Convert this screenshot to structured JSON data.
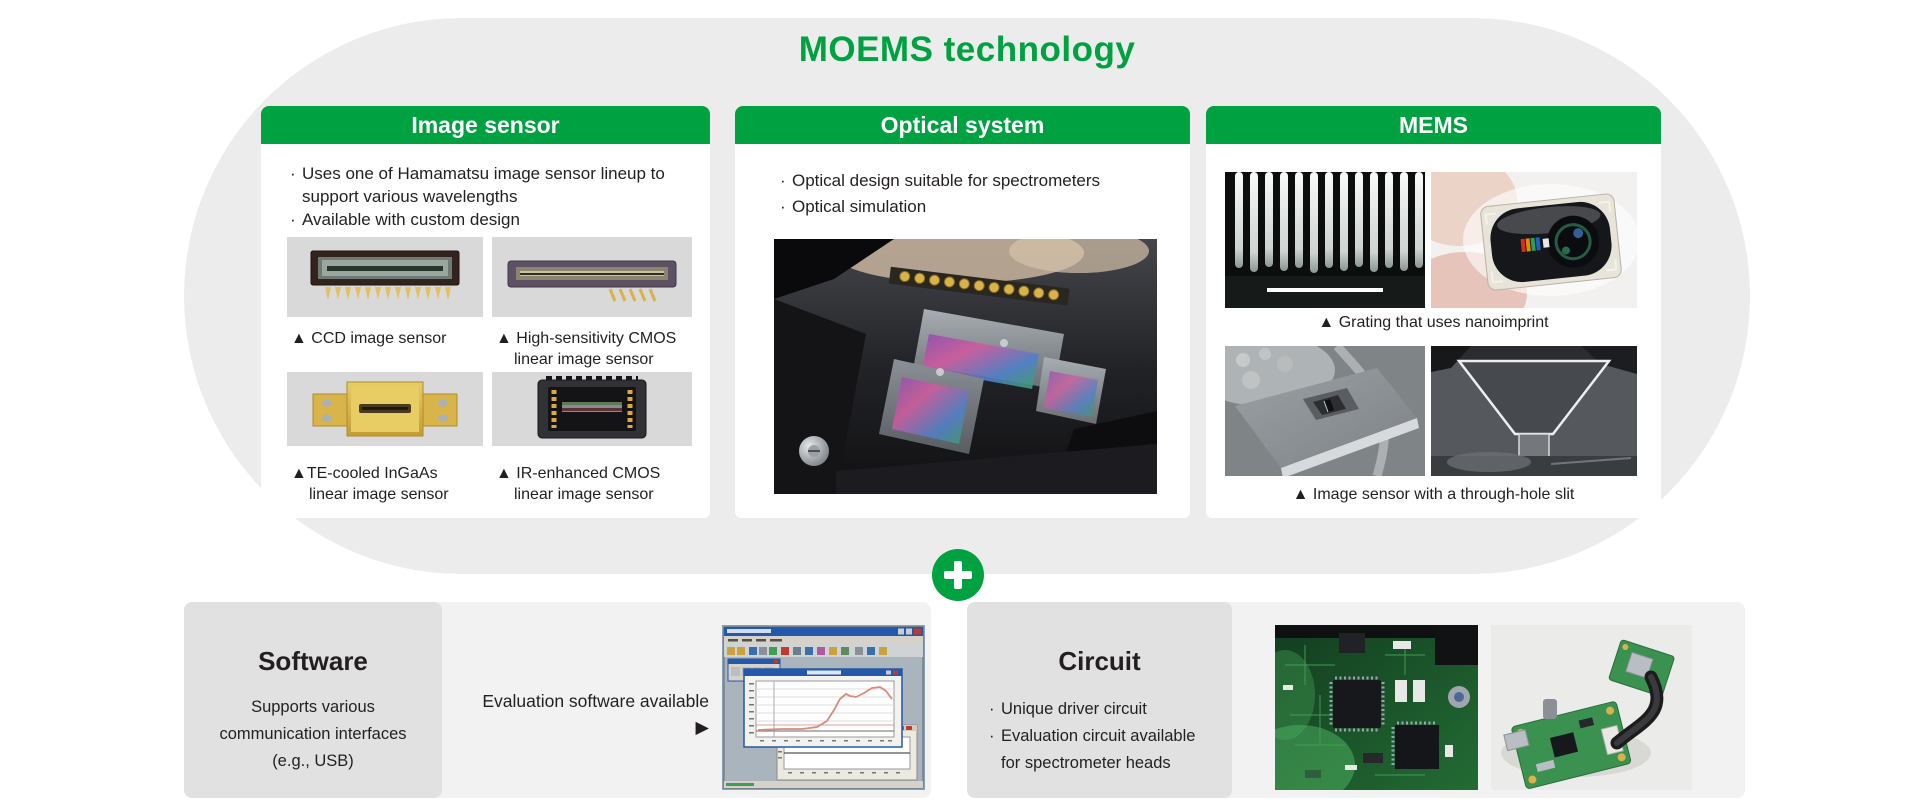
{
  "title": "MOEMS technology",
  "colors": {
    "green": "#00a141",
    "blob_gray": "#ececec",
    "tile_gray": "#d9d9d9",
    "panel_white": "#ffffff",
    "dark_box_gray": "#e1e1e1",
    "light_box_gray": "#f2f2f2",
    "text": "#231f20"
  },
  "panels": {
    "image_sensor": {
      "header": "Image sensor",
      "bullets": [
        "Uses one of Hamamatsu image sensor lineup to support various wavelengths",
        "Available with custom design"
      ],
      "captions": {
        "ccd": "▲ CCD image sensor",
        "cmos_high_sensitivity": "▲ High-sensitivity CMOS linear image sensor",
        "ingaas": "▲TE-cooled InGaAs linear image sensor",
        "ir_cmos": "▲ IR-enhanced CMOS linear image sensor"
      }
    },
    "optical_system": {
      "header": "Optical system",
      "bullets": [
        "Optical design suitable for spectrometers",
        "Optical simulation"
      ]
    },
    "mems": {
      "header": "MEMS",
      "captions": {
        "grating": "▲ Grating that uses nanoimprint",
        "through_hole_slit": "▲ Image sensor with a through-hole slit"
      }
    }
  },
  "software": {
    "title": "Software",
    "description_lines": [
      "Supports various",
      "communication interfaces",
      "(e.g., USB)"
    ],
    "note": "Evaluation software available ▶"
  },
  "circuit": {
    "title": "Circuit",
    "bullets": [
      "Unique driver circuit",
      "Evaluation circuit available for spectrometer heads"
    ]
  }
}
